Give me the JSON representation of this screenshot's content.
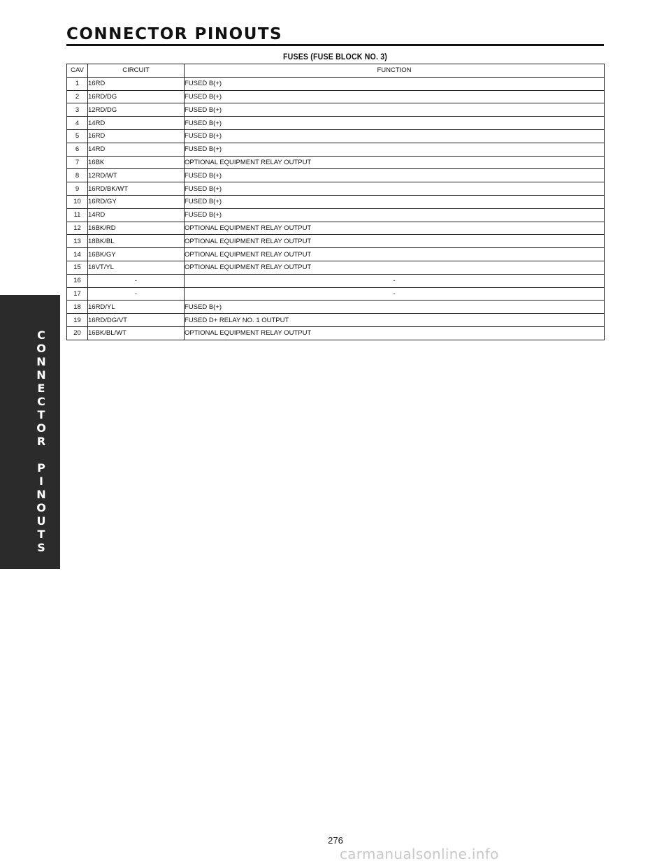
{
  "header": {
    "title": "CONNECTOR PINOUTS"
  },
  "side_tab": {
    "letters": [
      "C",
      "O",
      "N",
      "N",
      "E",
      "C",
      "T",
      "O",
      "R",
      "",
      "P",
      "I",
      "N",
      "O",
      "U",
      "T",
      "S"
    ]
  },
  "table": {
    "title": "FUSES (FUSE BLOCK NO. 3)",
    "columns": [
      "CAV",
      "CIRCUIT",
      "FUNCTION"
    ],
    "rows": [
      {
        "cav": "1",
        "circuit": "16RD",
        "function": "FUSED B(+)"
      },
      {
        "cav": "2",
        "circuit": "16RD/DG",
        "function": "FUSED B(+)"
      },
      {
        "cav": "3",
        "circuit": "12RD/DG",
        "function": "FUSED B(+)"
      },
      {
        "cav": "4",
        "circuit": "14RD",
        "function": "FUSED B(+)"
      },
      {
        "cav": "5",
        "circuit": "16RD",
        "function": "FUSED B(+)"
      },
      {
        "cav": "6",
        "circuit": "14RD",
        "function": "FUSED B(+)"
      },
      {
        "cav": "7",
        "circuit": "16BK",
        "function": "OPTIONAL EQUIPMENT RELAY OUTPUT"
      },
      {
        "cav": "8",
        "circuit": "12RD/WT",
        "function": "FUSED B(+)"
      },
      {
        "cav": "9",
        "circuit": "16RD/BK/WT",
        "function": "FUSED B(+)"
      },
      {
        "cav": "10",
        "circuit": "16RD/GY",
        "function": "FUSED B(+)"
      },
      {
        "cav": "11",
        "circuit": "14RD",
        "function": "FUSED B(+)"
      },
      {
        "cav": "12",
        "circuit": "16BK/RD",
        "function": "OPTIONAL EQUIPMENT RELAY OUTPUT"
      },
      {
        "cav": "13",
        "circuit": "18BK/BL",
        "function": "OPTIONAL EQUIPMENT RELAY OUTPUT"
      },
      {
        "cav": "14",
        "circuit": "16BK/GY",
        "function": "OPTIONAL EQUIPMENT RELAY OUTPUT"
      },
      {
        "cav": "15",
        "circuit": "16VT/YL",
        "function": "OPTIONAL EQUIPMENT RELAY OUTPUT"
      },
      {
        "cav": "16",
        "circuit": "-",
        "function": "-"
      },
      {
        "cav": "17",
        "circuit": "-",
        "function": "-"
      },
      {
        "cav": "18",
        "circuit": "16RD/YL",
        "function": "FUSED B(+)"
      },
      {
        "cav": "19",
        "circuit": "16RD/DG/VT",
        "function": "FUSED D+ RELAY NO. 1 OUTPUT"
      },
      {
        "cav": "20",
        "circuit": "16BK/BL/WT",
        "function": "OPTIONAL EQUIPMENT RELAY OUTPUT"
      }
    ]
  },
  "footer": {
    "page_number": "276",
    "watermark": "carmanualsonline.info"
  }
}
